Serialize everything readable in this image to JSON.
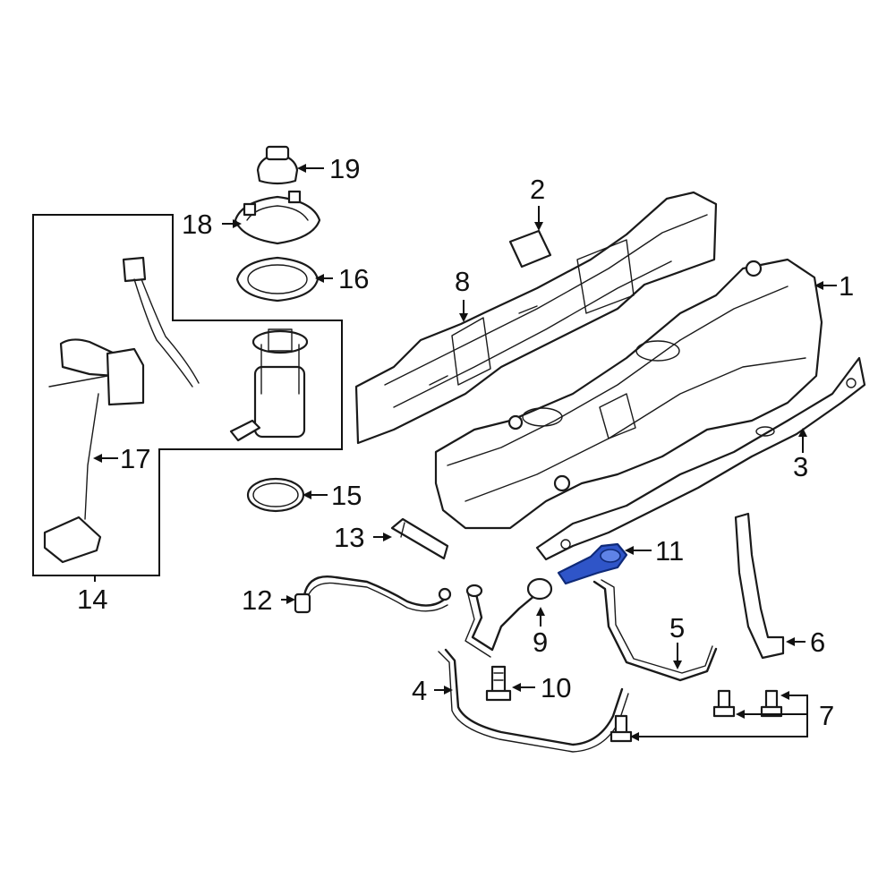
{
  "diagram": {
    "highlight_color": "#2f55c8",
    "line_color": "#1a1a1a",
    "background": "#ffffff",
    "highlighted_part": "11",
    "callouts": [
      "1",
      "2",
      "3",
      "4",
      "5",
      "6",
      "7",
      "8",
      "9",
      "10",
      "11",
      "12",
      "13",
      "14",
      "15",
      "16",
      "17",
      "18",
      "19"
    ],
    "parts": [
      {
        "id": "1",
        "shape": "fuel-tank"
      },
      {
        "id": "2",
        "shape": "label-pad"
      },
      {
        "id": "3",
        "shape": "heat-shield-lower"
      },
      {
        "id": "4",
        "shape": "tank-strap-left"
      },
      {
        "id": "5",
        "shape": "tank-strap-center"
      },
      {
        "id": "6",
        "shape": "tank-strap-right"
      },
      {
        "id": "7",
        "shape": "bolts"
      },
      {
        "id": "8",
        "shape": "heat-shield-upper"
      },
      {
        "id": "9",
        "shape": "filler-neck"
      },
      {
        "id": "10",
        "shape": "bolt"
      },
      {
        "id": "11",
        "shape": "filler-seal"
      },
      {
        "id": "12",
        "shape": "vapor-hose"
      },
      {
        "id": "13",
        "shape": "connector"
      },
      {
        "id": "14",
        "shape": "fuel-pump-module-kit"
      },
      {
        "id": "15",
        "shape": "o-ring"
      },
      {
        "id": "16",
        "shape": "gasket"
      },
      {
        "id": "17",
        "shape": "sending-unit"
      },
      {
        "id": "18",
        "shape": "lock-ring"
      },
      {
        "id": "19",
        "shape": "cap"
      }
    ]
  }
}
